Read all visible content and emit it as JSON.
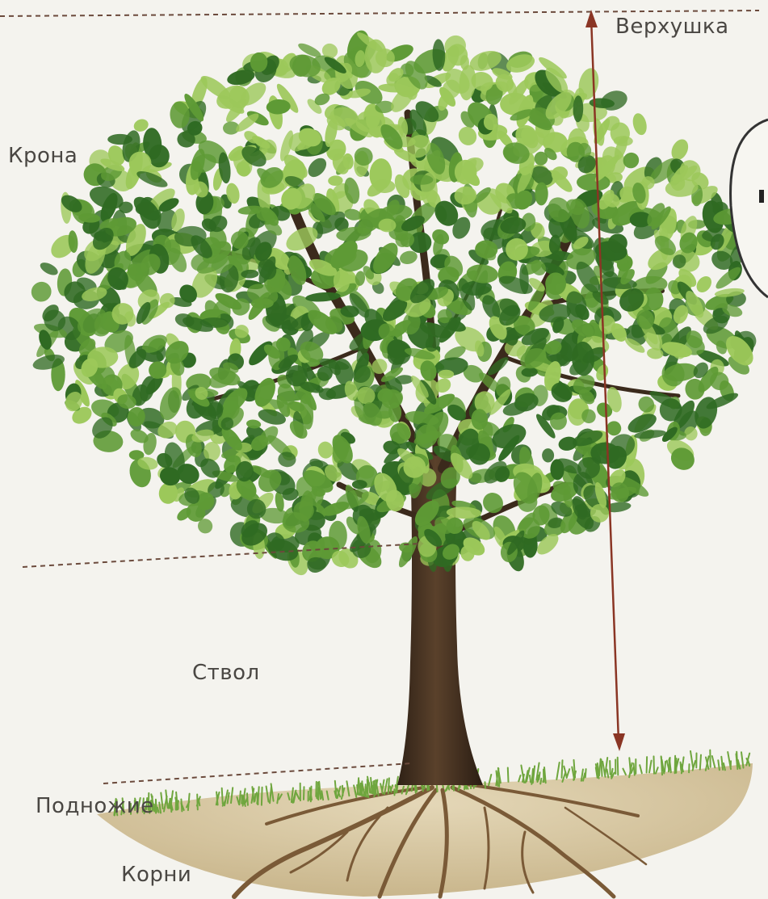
{
  "labels": {
    "top": "Верхушка",
    "crown": "Крона",
    "trunk": "Ствол",
    "base": "Подножие",
    "roots": "Корни"
  },
  "colors": {
    "background": "#f4f3ee",
    "guide_line": "#6b4a3c",
    "arrow": "#8a3524",
    "leaf_dark": "#2f6a22",
    "leaf_mid": "#5e9a35",
    "leaf_light": "#9cc85a",
    "trunk": "#4a3524",
    "soil": "#d9c9a6",
    "root": "#7a5a37",
    "grass": "#6fa63e"
  }
}
